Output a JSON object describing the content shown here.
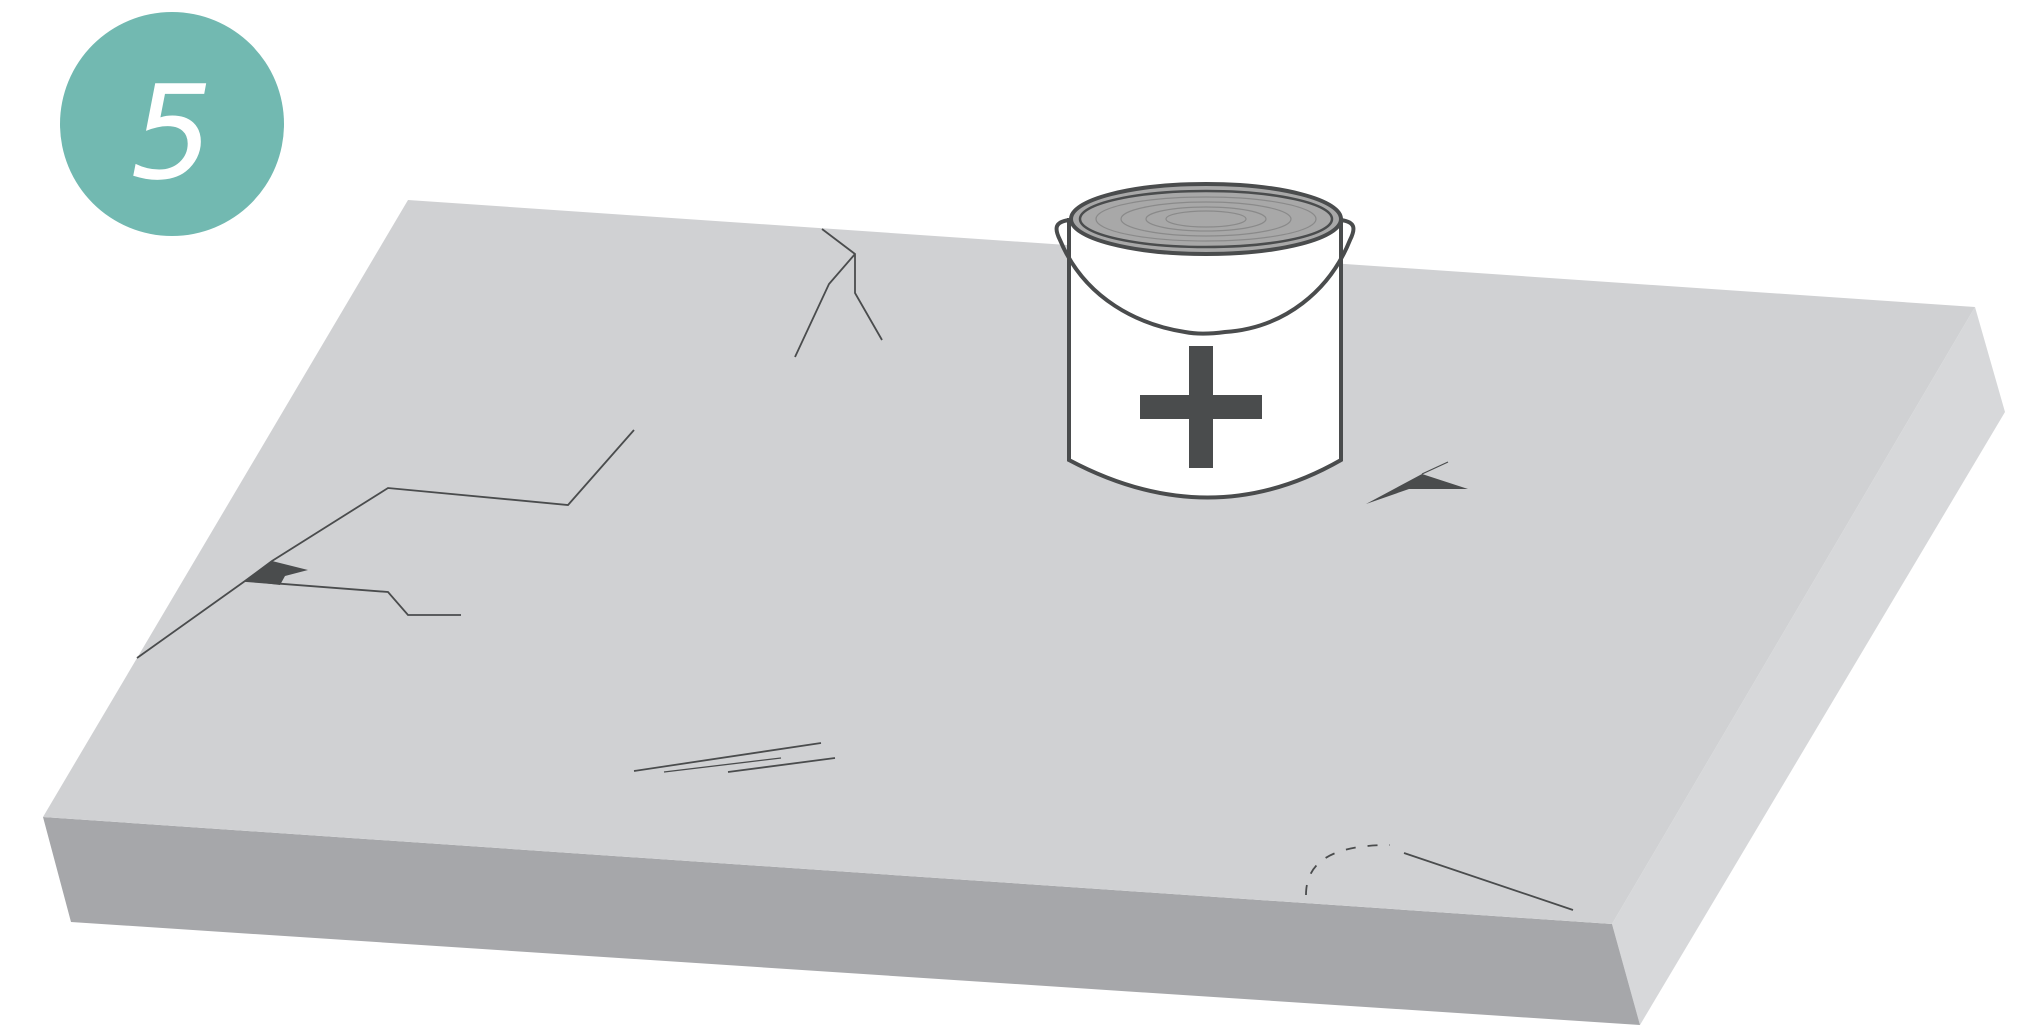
{
  "step": {
    "number": "5",
    "badge_color": "#72b9b1",
    "text_color": "#ffffff"
  },
  "illustration": {
    "slab_top_color": "#d0d1d3",
    "slab_front_color": "#a6a7aa",
    "slab_side_color": "#d7d8da",
    "line_color": "#4a4c4d",
    "can_body_color": "#ffffff",
    "can_lid_color": "#a8a8a8",
    "can_symbol": "plus-icon",
    "cracks": [
      "crack-top-center",
      "crack-left-long",
      "crack-left-branch",
      "scratch-bottom-center",
      "chip-right",
      "crack-bottom-right"
    ]
  }
}
